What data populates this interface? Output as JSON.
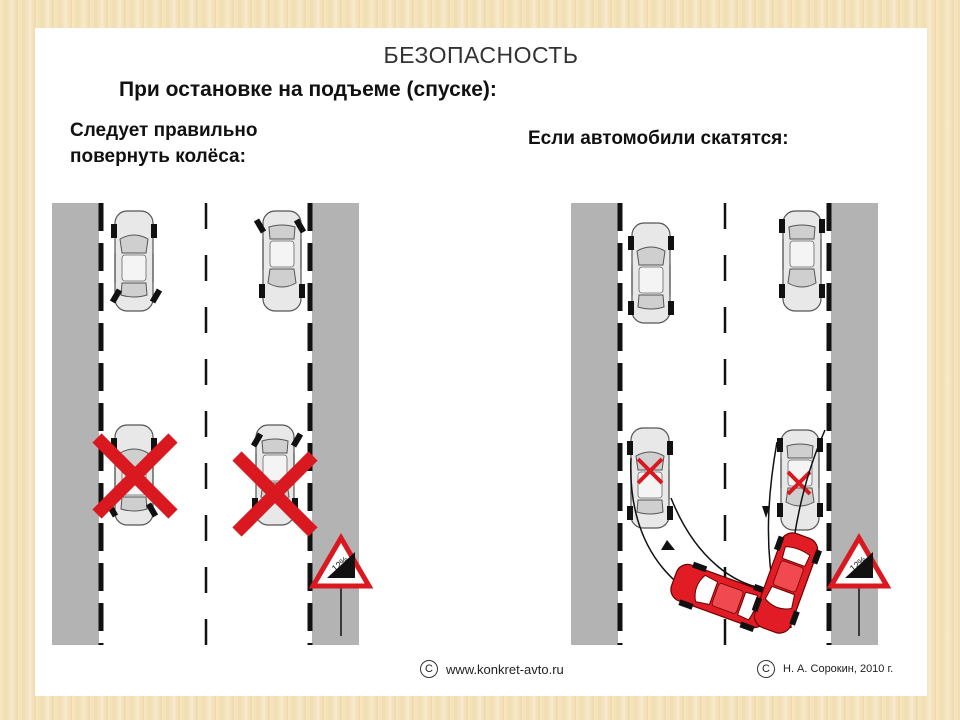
{
  "header": {
    "title": "БЕЗОПАСНОСТЬ",
    "subtitle": "При остановке на подъеме (спуске):"
  },
  "captions": {
    "left_line1": "Следует правильно",
    "left_line2": "повернуть колёса:",
    "right": "Если автомобили скатятся:"
  },
  "sign": {
    "grade_text": "12%"
  },
  "credits": {
    "left_copyright": "C",
    "left_site": "www.konkret-avto.ru",
    "right_copyright": "C",
    "right_author": "Н. А. Сорокин, 2010 г."
  },
  "colors": {
    "sidewalk": "#b3b3b3",
    "car_body": "#e6e6e6",
    "crashed_car": "#e21c24",
    "cross_mark": "#d9181f"
  }
}
